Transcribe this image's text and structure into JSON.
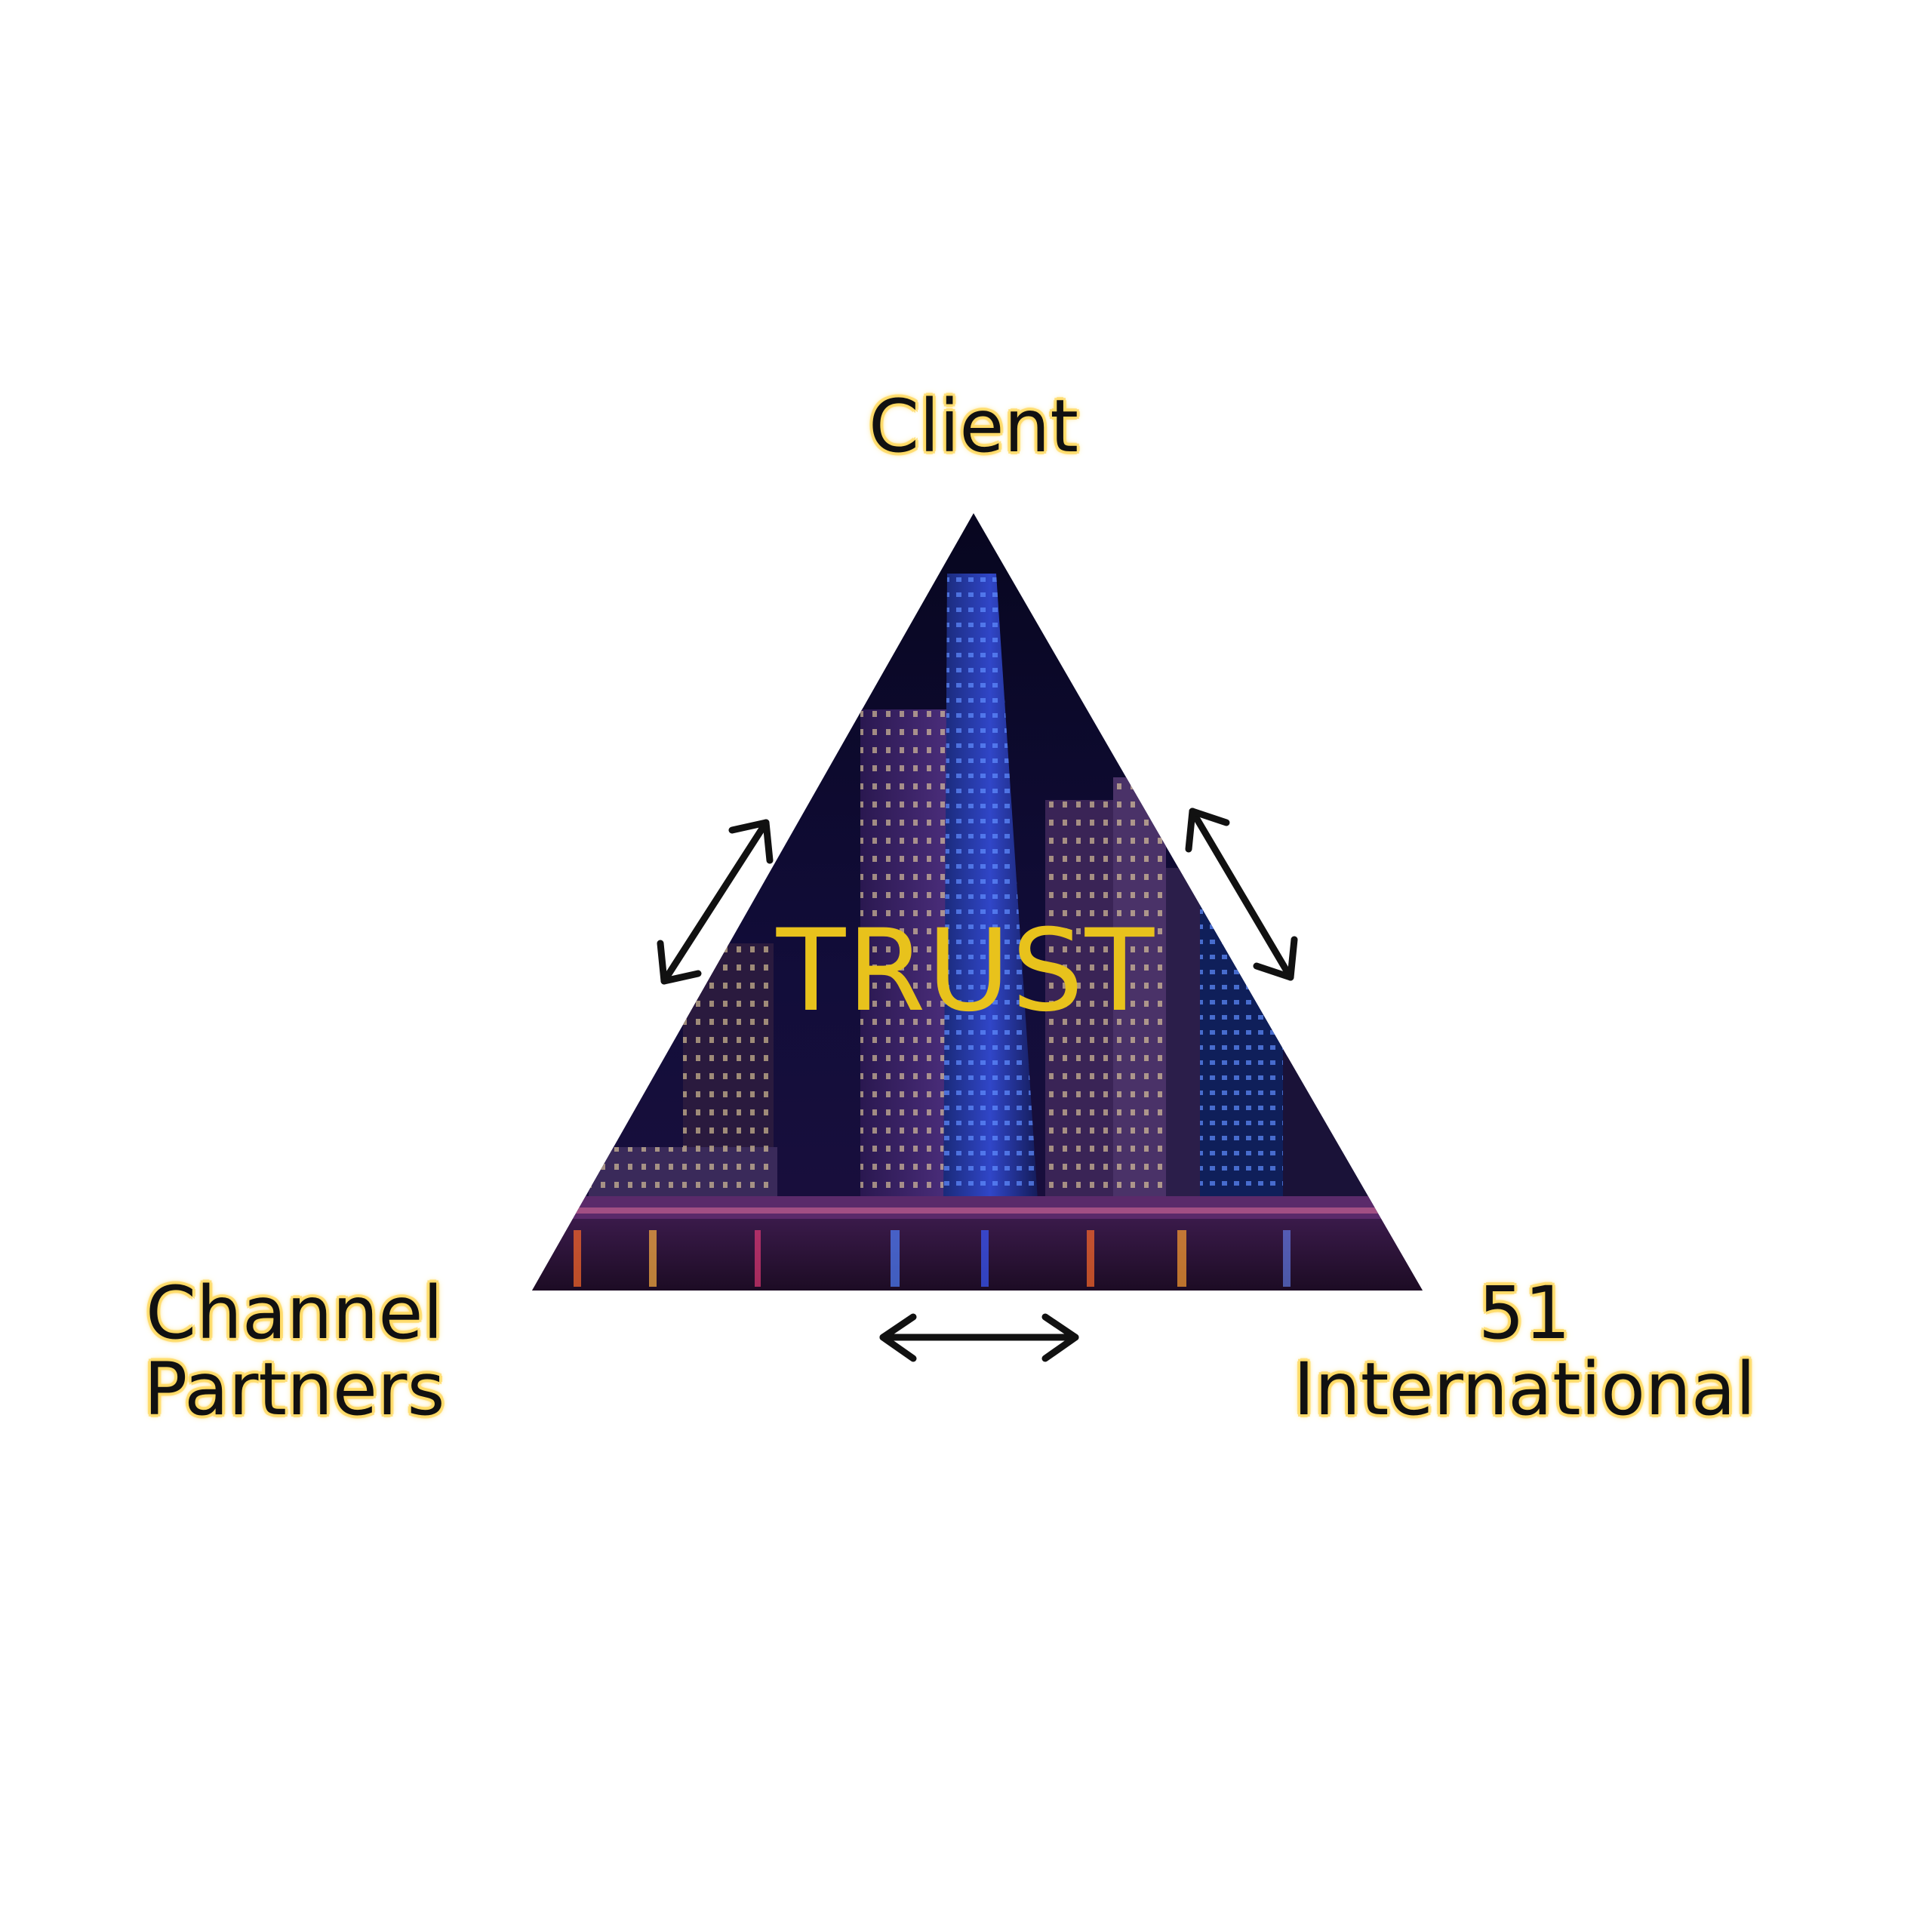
{
  "diagram": {
    "center_label": "TRUST",
    "nodes": {
      "top": {
        "line1": "Client"
      },
      "bottom_left": {
        "line1": "Channel",
        "line2": "Partners"
      },
      "bottom_right": {
        "line1": "51",
        "line2": "International"
      }
    },
    "colors": {
      "label_highlight": "#ffe38a",
      "center_text": "#e8c21c",
      "arrow": "#111111",
      "triangle_sky": "#0b0a2e"
    },
    "icons": [
      "double-headed-arrow"
    ]
  }
}
